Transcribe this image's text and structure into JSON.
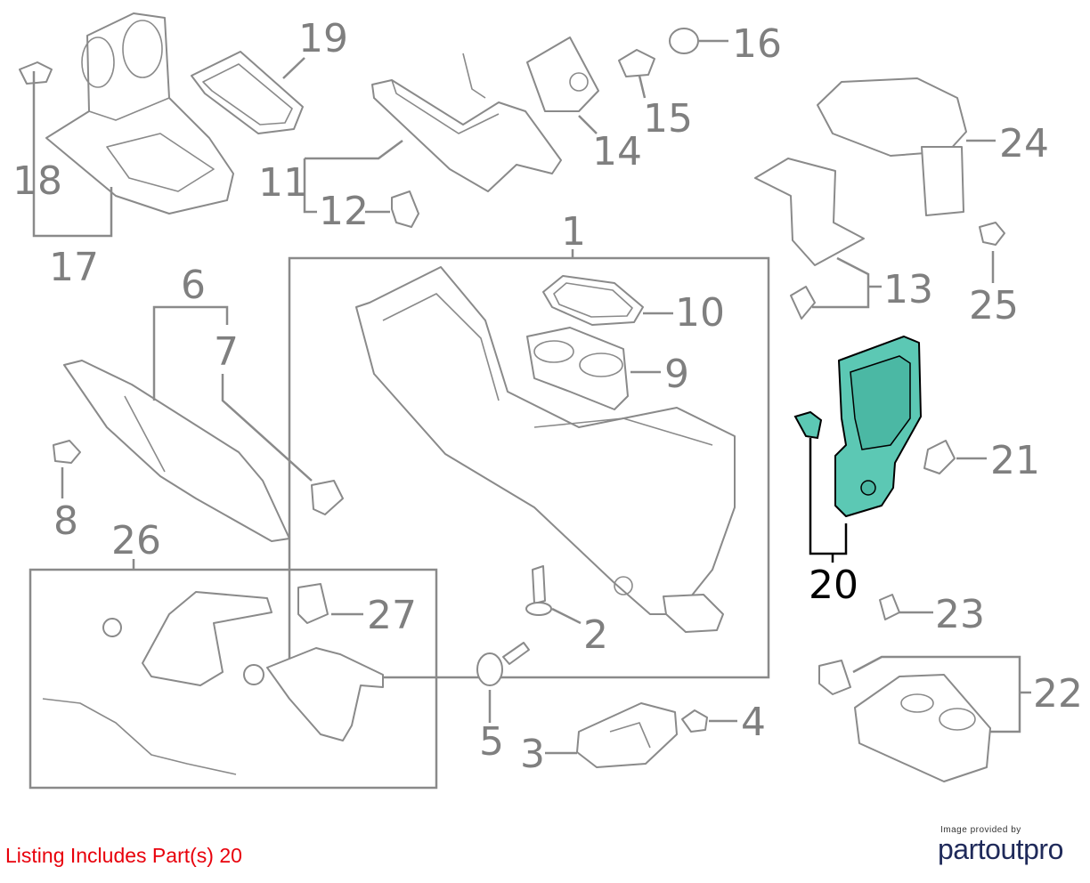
{
  "callouts": [
    {
      "id": "n1",
      "text": "1"
    },
    {
      "id": "n2",
      "text": "2"
    },
    {
      "id": "n3",
      "text": "3"
    },
    {
      "id": "n4",
      "text": "4"
    },
    {
      "id": "n5",
      "text": "5"
    },
    {
      "id": "n6",
      "text": "6"
    },
    {
      "id": "n7",
      "text": "7"
    },
    {
      "id": "n8",
      "text": "8"
    },
    {
      "id": "n9",
      "text": "9"
    },
    {
      "id": "n10",
      "text": "10"
    },
    {
      "id": "n11",
      "text": "11"
    },
    {
      "id": "n12",
      "text": "12"
    },
    {
      "id": "n13",
      "text": "13"
    },
    {
      "id": "n14",
      "text": "14"
    },
    {
      "id": "n15",
      "text": "15"
    },
    {
      "id": "n16",
      "text": "16"
    },
    {
      "id": "n17",
      "text": "17"
    },
    {
      "id": "n18",
      "text": "18"
    },
    {
      "id": "n19",
      "text": "19"
    },
    {
      "id": "n20",
      "text": "20"
    },
    {
      "id": "n21",
      "text": "21"
    },
    {
      "id": "n22",
      "text": "22"
    },
    {
      "id": "n23",
      "text": "23"
    },
    {
      "id": "n24",
      "text": "24"
    },
    {
      "id": "n25",
      "text": "25"
    },
    {
      "id": "n26",
      "text": "26"
    },
    {
      "id": "n27",
      "text": "27"
    }
  ],
  "highlight": {
    "part": "20",
    "color": "#5cc8b4"
  },
  "listing": {
    "text": "Listing Includes Part(s) 20",
    "color": "#e8000b"
  },
  "credit": {
    "caption": "Image provided by",
    "brand_part1": "partout",
    "brand_part2": "pro"
  }
}
